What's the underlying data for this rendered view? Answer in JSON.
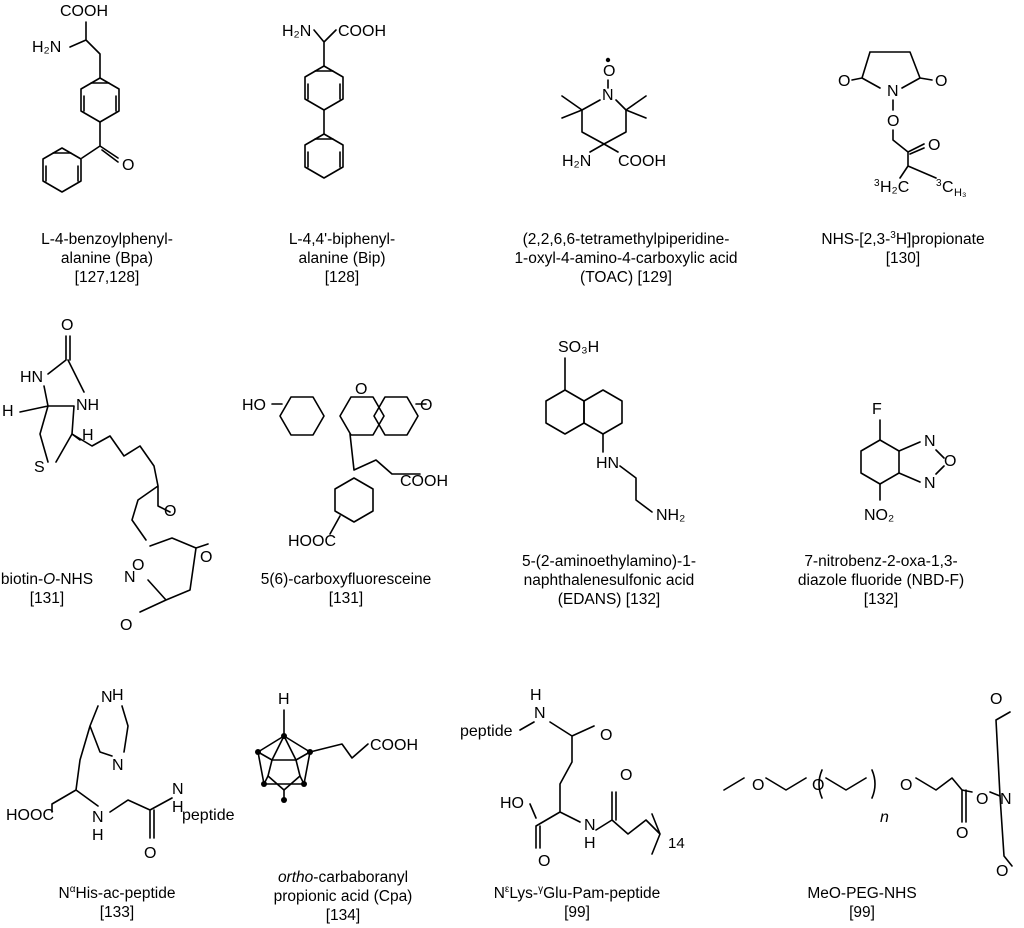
{
  "compounds": [
    {
      "id": "bpa",
      "caption": [
        "L-4-benzoylphenyl-",
        "alanine (Bpa)",
        "[127,128]"
      ],
      "atom_labels": [
        "COOH",
        "H₂N",
        "O"
      ]
    },
    {
      "id": "bip",
      "caption": [
        "L-4,4'-biphenyl-",
        "alanine (Bip)",
        "[128]"
      ],
      "atom_labels": [
        "H₂N",
        "COOH"
      ]
    },
    {
      "id": "toac",
      "caption": [
        "(2,2,6,6-tetramethylpiperidine-",
        "1-oxyl-4-amino-4-carboxylic acid",
        "(TOAC) [129]"
      ],
      "atom_labels": [
        "O",
        "N",
        "H₂N",
        "COOH"
      ]
    },
    {
      "id": "nhs-propionate",
      "caption_prefix": "NHS-[2,3-",
      "caption_sup": "3",
      "caption_suffix": "H]propionate",
      "caption_ref": "[130]",
      "atom_labels": [
        "O",
        "O",
        "N",
        "O",
        "O",
        "H₂C",
        "C",
        "H₃",
        "3",
        "3"
      ]
    },
    {
      "id": "biotin-o-nhs",
      "caption_plain": "biotin-",
      "caption_italic": "O",
      "caption_after": "-NHS",
      "caption_ref": "[131]",
      "atom_labels": [
        "O",
        "HN",
        "NH",
        "H",
        "H",
        "S",
        "O",
        "O",
        "N",
        "O",
        "O"
      ]
    },
    {
      "id": "carboxyfluorescein",
      "caption": [
        "5(6)-carboxyfluoresceine",
        "[131]"
      ],
      "atom_labels": [
        "HO",
        "O",
        "O",
        "COOH",
        "HOOC"
      ]
    },
    {
      "id": "edans",
      "caption": [
        "5-(2-aminoethylamino)-1-",
        "naphthalenesulfonic acid",
        "(EDANS) [132]"
      ],
      "atom_labels": [
        "SO₃H",
        "HN",
        "NH₂"
      ]
    },
    {
      "id": "nbd-f",
      "caption": [
        "7-nitrobenz-2-oxa-1,3-",
        "diazole fluoride (NBD-F)",
        "[132]"
      ],
      "atom_labels": [
        "F",
        "N",
        "O",
        "N",
        "NO₂"
      ]
    },
    {
      "id": "his-ac-peptide",
      "caption_pre": "N",
      "caption_sup": "α",
      "caption_post": "His-ac-peptide",
      "caption_ref": "[133]",
      "atom_labels": [
        "N",
        "H",
        "N",
        "HOOC",
        "N",
        "H",
        "O",
        "N",
        "H",
        "peptide"
      ]
    },
    {
      "id": "cpa",
      "caption_italic": "ortho",
      "caption_after": "-carbaboranyl",
      "caption_line2": "propionic acid (Cpa)",
      "caption_ref": "[134]",
      "atom_labels": [
        "H",
        "COOH"
      ]
    },
    {
      "id": "lys-glu-pam-peptide",
      "caption_pre": "N",
      "caption_sup": "ε",
      "caption_mid": "Lys-",
      "caption_sup2": "γ",
      "caption_post": "Glu-Pam-peptide",
      "caption_ref": "[99]",
      "atom_labels": [
        "H",
        "N",
        "peptide",
        "O",
        "HO",
        "N",
        "H",
        "O",
        "O",
        "14"
      ]
    },
    {
      "id": "meo-peg-nhs",
      "caption": [
        "MeO-PEG-NHS",
        "[99]"
      ],
      "atom_labels": [
        "O",
        "O",
        "n",
        "O",
        "O",
        "O",
        "N",
        "O",
        "O"
      ]
    }
  ]
}
